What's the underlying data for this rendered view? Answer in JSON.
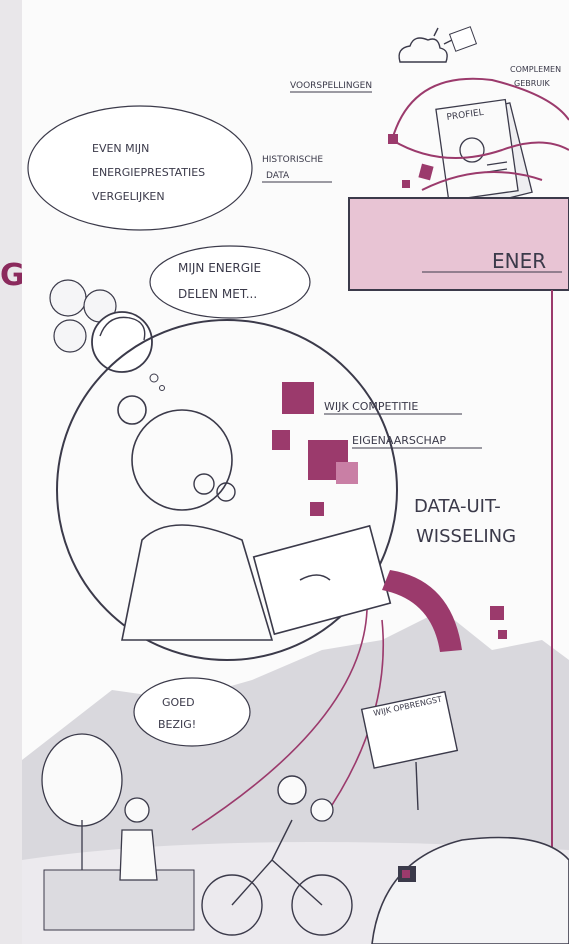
{
  "side_mark": "G",
  "colors": {
    "magenta": "#9b3a6c",
    "magenta_light": "#c97fa5",
    "pink_block": "#e7c2d2",
    "ink": "#3b3a4a",
    "ground_gray": "#d6d5da"
  },
  "labels": {
    "voorspellingen": "VOORSPELLINGEN",
    "complement": "COMPLEMEN",
    "gebruik": "GEBRUIK",
    "profiel": "PROFIEL",
    "historische": "HISTORISCHE",
    "data": "DATA",
    "bubble_compare_1": "EVEN MIJN",
    "bubble_compare_2": "ENERGIEPRESTATIES",
    "bubble_compare_3": "VERGELIJKEN",
    "bubble_share_1": "MIJN ENERGIE",
    "bubble_share_2": "DELEN MET...",
    "energy_box": "ENER",
    "wijk_competitie": "WIJK COMPETITIE",
    "eigenaarschap": "EIGENAARSCHAP",
    "data_uit": "DATA-UIT-",
    "wisseling": "WISSELING",
    "goed": "GOED",
    "bezig": "BEZIG!",
    "sign_title": "WIJK OPBRENGST"
  }
}
